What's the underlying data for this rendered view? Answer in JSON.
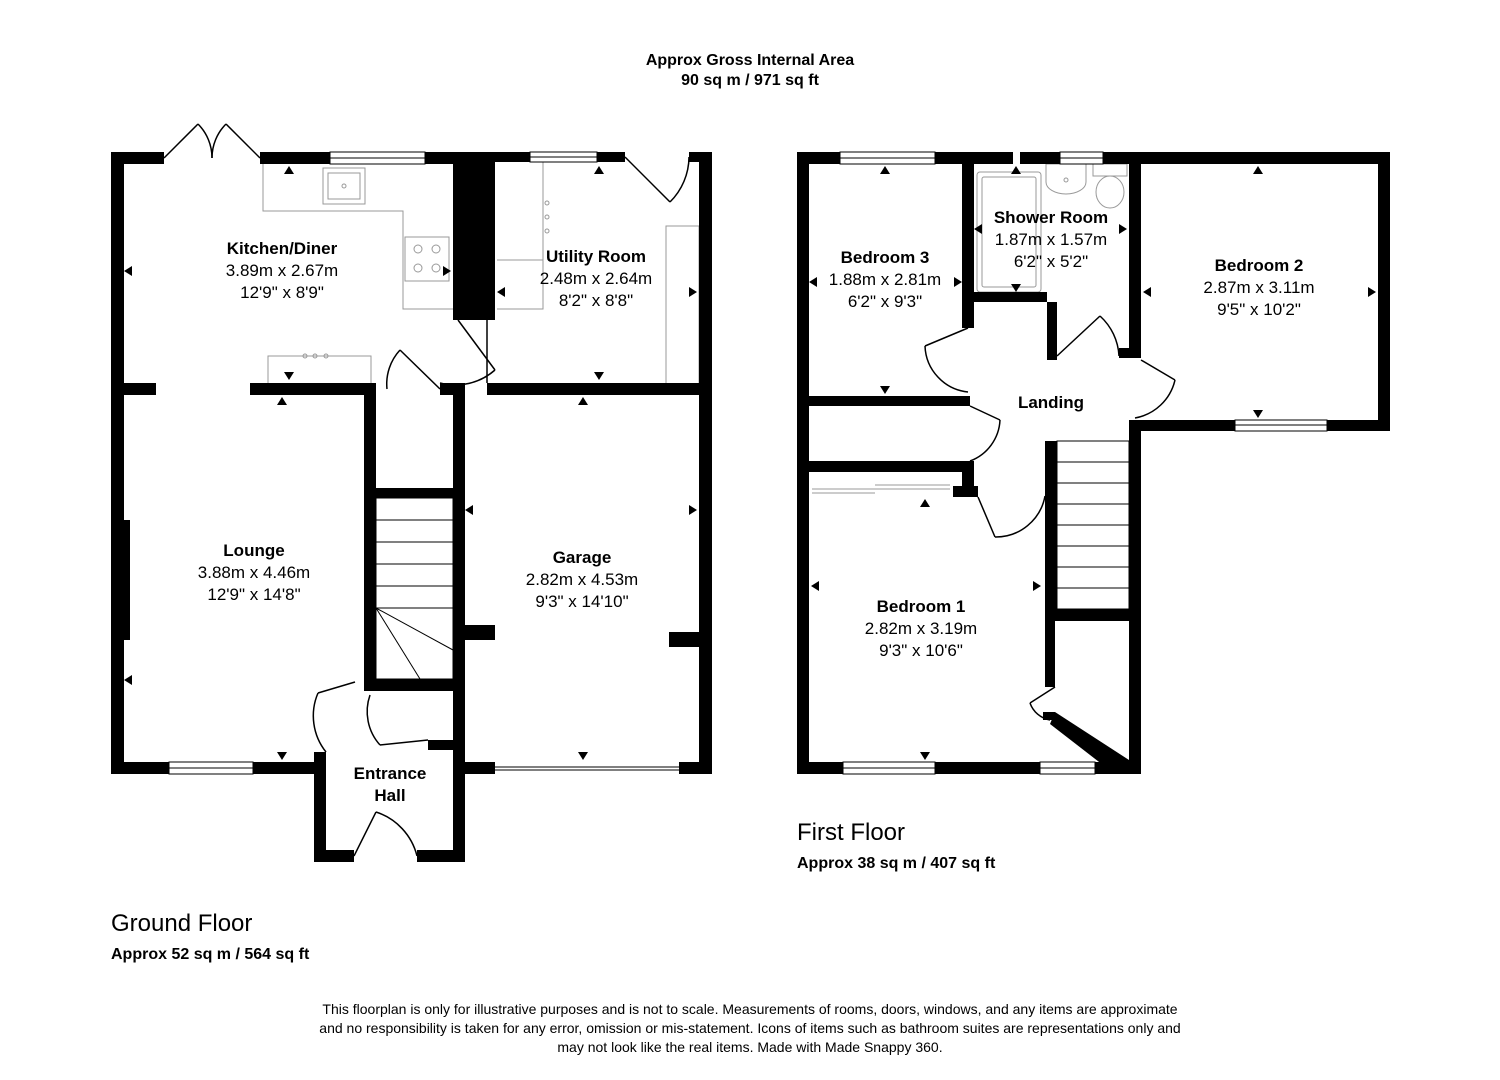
{
  "header": {
    "title": "Approx Gross Internal Area",
    "area": "90 sq m / 971 sq ft"
  },
  "floors": {
    "ground": {
      "title": "Ground Floor",
      "area": "Approx 52 sq m / 564 sq ft"
    },
    "first": {
      "title": "First Floor",
      "area": "Approx 38 sq m / 407 sq ft"
    }
  },
  "rooms": {
    "kitchen": {
      "name": "Kitchen/Diner",
      "metric": "3.89m x 2.67m",
      "imperial": "12'9\" x 8'9\""
    },
    "utility": {
      "name": "Utility Room",
      "metric": "2.48m x 2.64m",
      "imperial": "8'2\" x 8'8\""
    },
    "lounge": {
      "name": "Lounge",
      "metric": "3.88m x 4.46m",
      "imperial": "12'9\" x 14'8\""
    },
    "garage": {
      "name": "Garage",
      "metric": "2.82m x 4.53m",
      "imperial": "9'3\" x 14'10\""
    },
    "entrance": {
      "name_line1": "Entrance",
      "name_line2": "Hall"
    },
    "bedroom3": {
      "name": "Bedroom 3",
      "metric": "1.88m x 2.81m",
      "imperial": "6'2\" x 9'3\""
    },
    "shower": {
      "name": "Shower Room",
      "metric": "1.87m x 1.57m",
      "imperial": "6'2\" x 5'2\""
    },
    "bedroom2": {
      "name": "Bedroom 2",
      "metric": "2.87m x 3.11m",
      "imperial": "9'5\" x 10'2\""
    },
    "landing": {
      "name": "Landing"
    },
    "bedroom1": {
      "name": "Bedroom 1",
      "metric": "2.82m x 3.19m",
      "imperial": "9'3\" x 10'6\""
    }
  },
  "disclaimer": {
    "line1": "This floorplan is only for illustrative purposes and is not to scale. Measurements of rooms, doors, windows, and any items are approximate",
    "line2": "and no responsibility is taken for any error, omission or mis-statement. Icons of items such as bathroom suites are representations only and",
    "line3": "may not look like the real items. Made with Made Snappy 360."
  },
  "colors": {
    "wall": "#000000",
    "fixture": "#999999",
    "background": "#ffffff"
  }
}
